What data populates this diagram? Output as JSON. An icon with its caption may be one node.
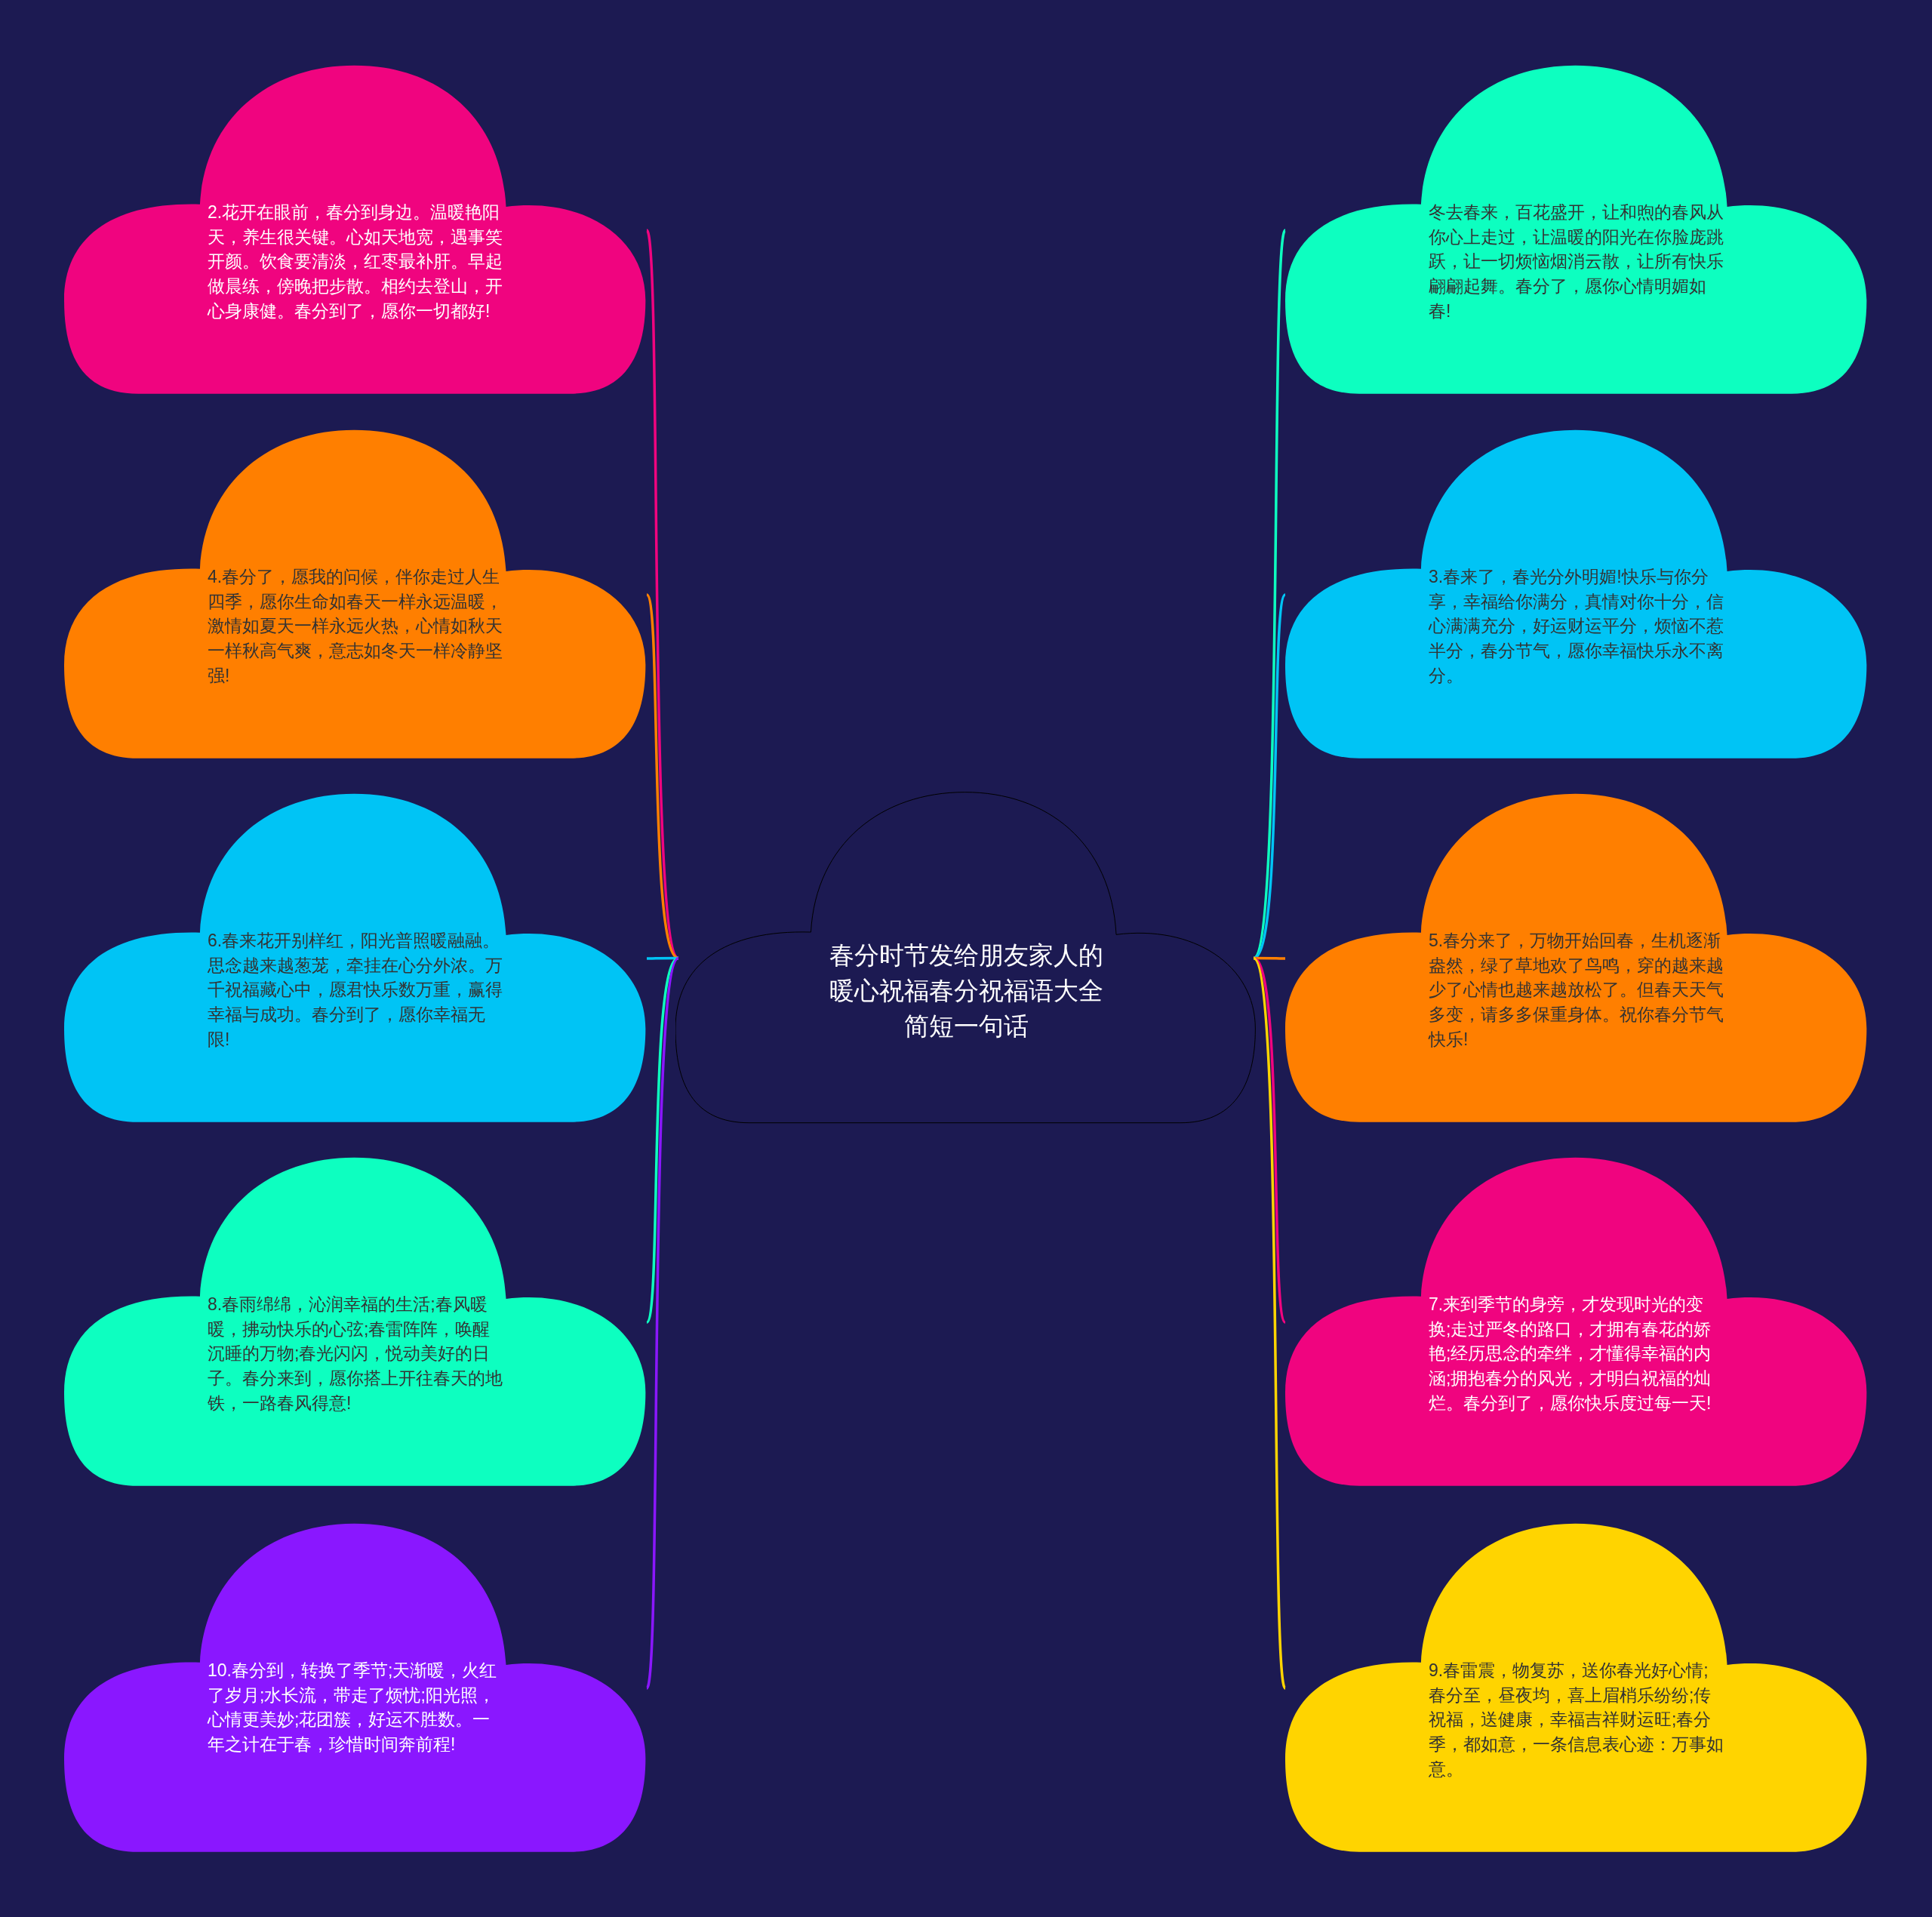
{
  "diagram": {
    "nodes": [
      {
        "text": [
          "春分时节发给朋友家人的暖心祝福春分祝福语大全简短一句话"
        ]
      },
      {
        "text": [
          "2.花开在眼前，春分到身边。温暖艳阳天，养生很关键。心如天地宽，遇事笑开颜。饮食要清淡，红枣最补肝。早起做晨练，傍晚把步散。相约去登山，开心身康健。春分到了，愿你一切都好!"
        ]
      },
      {
        "text": [
          "4.春分了，愿我的问候，伴你走过人生四季，愿你生命如春天一样永远温暖，激情如夏天一样永远火热，心情如秋天一样秋高气爽，意志如冬天一样冷静坚强!"
        ]
      },
      {
        "text": [
          "6.春来花开别样红，阳光普照暖融融。思念越来越葱茏，牵挂在心分外浓。万千祝福藏心中，愿君快乐数万重，赢得幸福与成功。春分到了，愿你幸福无限!"
        ]
      },
      {
        "text": [
          "8.春雨绵绵，沁润幸福的生活;春风暖暖，拂动快乐的心弦;春雷阵阵，唤醒沉睡的万物;春光闪闪，悦动美好的日子。春分来到，愿你搭上开往春天的地铁，一路春风得意!"
        ]
      },
      {
        "text": [
          "10.春分到，转换了季节;天渐暖，火红了岁月;水长流，带走了烦忧;阳光照，心情更美妙;花团簇，好运不胜数。一年之计在于春，珍惜时间奔前程!"
        ]
      },
      {
        "text": [
          "冬去春来，百花盛开，让和煦的春风从你心上走过，让温暖的阳光在你脸庞跳跃，让一切烦恼烟消云散，让所有快乐翩翩起舞。春分了，愿你心情明媚如春!"
        ]
      },
      {
        "text": [
          "3.春来了，春光分外明媚!快乐与你分享，幸福给你满分，真情对你十分，信心满满充分，好运财运平分，烦恼不惹半分，春分节气，愿你幸福快乐永不离分。"
        ]
      },
      {
        "text": [
          "5.春分来了，万物开始回春，生机逐渐盎然，绿了草地欢了鸟鸣，穿的越来越少了心情也越来越放松了。但春天天气多变，请多多保重身体。祝你春分节气快乐!"
        ]
      },
      {
        "text": [
          "7.来到季节的身旁，才发现时光的变换;走过严冬的路口，才拥有春花的娇艳;经历思念的牵绊，才懂得幸福的内涵;拥抱春分的风光，才明白祝福的灿烂。春分到了，愿你快乐度过每一天!"
        ]
      },
      {
        "text": [
          "9.春雷震，物复苏，送你春光好心情;春分至，昼夜均，喜上眉梢乐纷纷;传祝福，送健康，幸福吉祥财运旺;春分季，都如意，一条信息表心迹：万事如意。"
        ]
      }
    ],
    "edges": [
      {
        "from": 0,
        "to": 1,
        "arrow": "none",
        "color": "#f0047f"
      },
      {
        "from": 0,
        "to": 2,
        "arrow": "none",
        "color": "#ff7f00"
      },
      {
        "from": 0,
        "to": 3,
        "arrow": "none",
        "color": "#00c4f5"
      },
      {
        "from": 0,
        "to": 4,
        "arrow": "none",
        "color": "#0dffc0"
      },
      {
        "from": 0,
        "to": 5,
        "arrow": "none",
        "color": "#8a17ff"
      },
      {
        "from": 0,
        "to": 6,
        "arrow": "none",
        "color": "#0dffc0"
      },
      {
        "from": 0,
        "to": 7,
        "arrow": "none",
        "color": "#00c4f5"
      },
      {
        "from": 0,
        "to": 8,
        "arrow": "none",
        "color": "#ff7f00"
      },
      {
        "from": 0,
        "to": 9,
        "arrow": "none",
        "color": "#f0047f"
      },
      {
        "from": 0,
        "to": 10,
        "arrow": "none",
        "color": "#ffd400"
      }
    ]
  }
}
